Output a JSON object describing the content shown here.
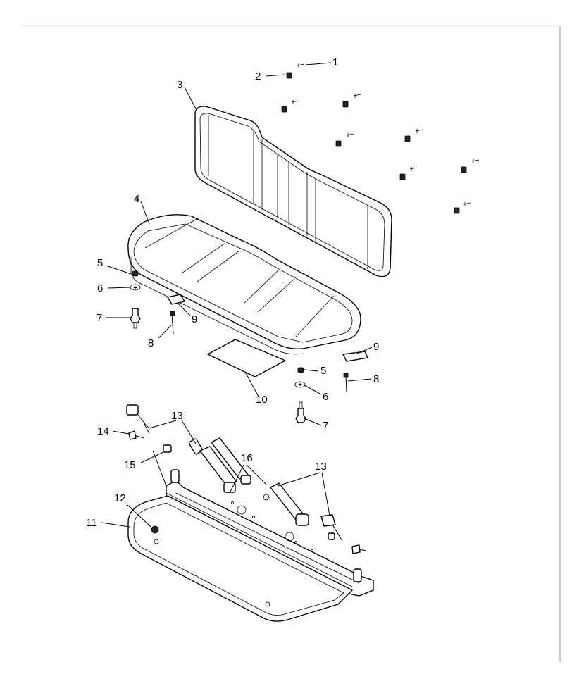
{
  "diagram": {
    "callouts": [
      {
        "id": "c1",
        "text": "1"
      },
      {
        "id": "c2",
        "text": "2"
      },
      {
        "id": "c3",
        "text": "3"
      },
      {
        "id": "c4",
        "text": "4"
      },
      {
        "id": "c5a",
        "text": "5"
      },
      {
        "id": "c6a",
        "text": "6"
      },
      {
        "id": "c7a",
        "text": "7"
      },
      {
        "id": "c8a",
        "text": "8"
      },
      {
        "id": "c9a",
        "text": "9"
      },
      {
        "id": "c9b",
        "text": "9"
      },
      {
        "id": "c5b",
        "text": "5"
      },
      {
        "id": "c8b",
        "text": "8"
      },
      {
        "id": "c10",
        "text": "10"
      },
      {
        "id": "c6b",
        "text": "6"
      },
      {
        "id": "c7b",
        "text": "7"
      },
      {
        "id": "c13a",
        "text": "13"
      },
      {
        "id": "c14",
        "text": "14"
      },
      {
        "id": "c15",
        "text": "15"
      },
      {
        "id": "c16",
        "text": "16"
      },
      {
        "id": "c13b",
        "text": "13"
      },
      {
        "id": "c12",
        "text": "12"
      },
      {
        "id": "c11",
        "text": "11"
      }
    ]
  }
}
